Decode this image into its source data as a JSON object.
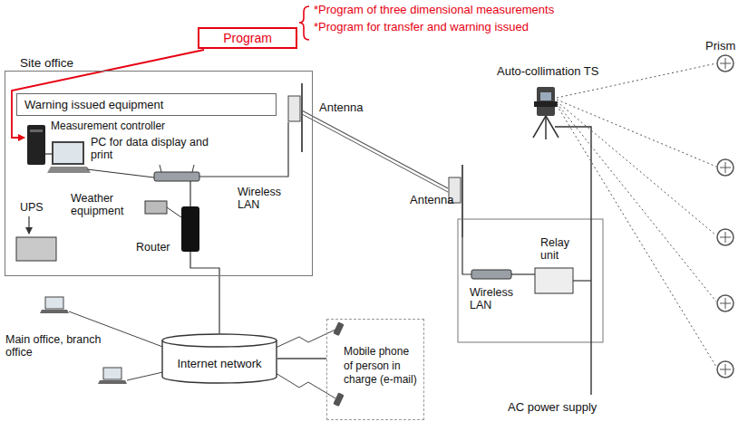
{
  "diagram": {
    "nodes": [
      {
        "text": [
          "Program"
        ]
      },
      {
        "text": [
          "Site office"
        ]
      },
      {
        "text": [
          "Warning issued equipment"
        ],
        "in": 1
      },
      {
        "text": [
          "Internet network"
        ]
      },
      {
        "text": [
          "Mobile phone of person in charge (e-mail)"
        ]
      }
    ],
    "edges": [
      {
        "from": 1,
        "to": 3,
        "arrow": "none"
      },
      {
        "from": 3,
        "to": 4,
        "arrow": "none"
      }
    ],
    "labels": [
      "*Program of three dimensional measurements",
      "*Program for transfer and warning issued",
      "Measurement controller",
      "PC for data display and print",
      "Antenna",
      "Auto-collimation TS",
      "Prism",
      "Antenna",
      "Wireless LAN",
      "UPS",
      "Weather equipment",
      "Relay unit",
      "Router",
      "Wireless LAN",
      "Main office, branch office",
      "AC power supply"
    ]
  }
}
